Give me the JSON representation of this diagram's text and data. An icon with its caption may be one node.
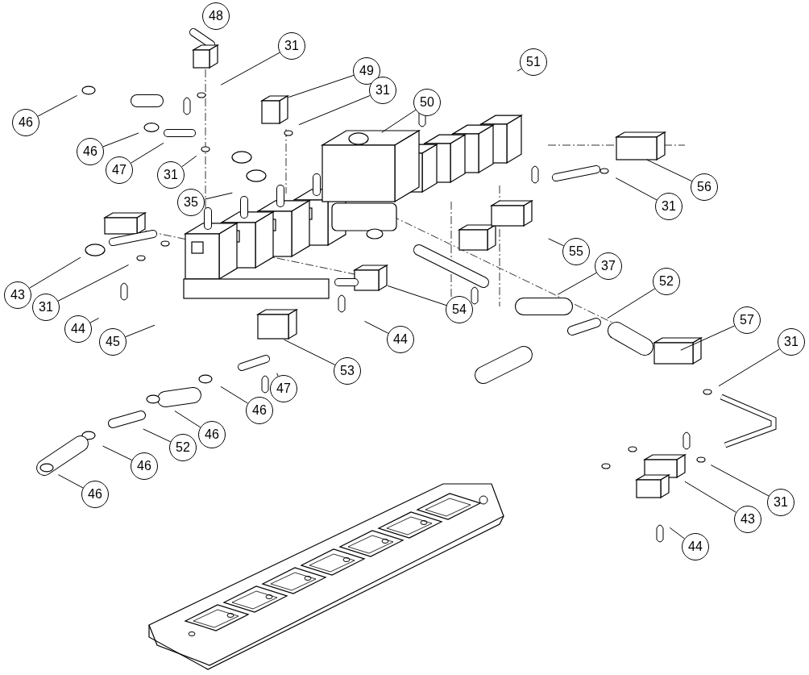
{
  "diagram": {
    "nodes": [
      {
        "text": [
          "48"
        ]
      },
      {
        "text": [
          "31"
        ]
      },
      {
        "text": [
          "49"
        ]
      },
      {
        "text": [
          "31"
        ]
      },
      {
        "text": [
          "51"
        ]
      },
      {
        "text": [
          "50"
        ]
      },
      {
        "text": [
          "46"
        ]
      },
      {
        "text": [
          "46"
        ]
      },
      {
        "text": [
          "47"
        ]
      },
      {
        "text": [
          "31"
        ]
      },
      {
        "text": [
          "35"
        ]
      },
      {
        "text": [
          "56"
        ]
      },
      {
        "text": [
          "31"
        ]
      },
      {
        "text": [
          "55"
        ]
      },
      {
        "text": [
          "37"
        ]
      },
      {
        "text": [
          "52"
        ]
      },
      {
        "text": [
          "43"
        ]
      },
      {
        "text": [
          "31"
        ]
      },
      {
        "text": [
          "44"
        ]
      },
      {
        "text": [
          "45"
        ]
      },
      {
        "text": [
          "54"
        ]
      },
      {
        "text": [
          "44"
        ]
      },
      {
        "text": [
          "57"
        ]
      },
      {
        "text": [
          "31"
        ]
      },
      {
        "text": [
          "53"
        ]
      },
      {
        "text": [
          "47"
        ]
      },
      {
        "text": [
          "46"
        ]
      },
      {
        "text": [
          "46"
        ]
      },
      {
        "text": [
          "52"
        ]
      },
      {
        "text": [
          "46"
        ]
      },
      {
        "text": [
          "31"
        ]
      },
      {
        "text": [
          "46"
        ]
      },
      {
        "text": [
          "43"
        ]
      },
      {
        "text": [
          "44"
        ]
      }
    ],
    "edges": [
      {
        "from": 0,
        "to": null,
        "arrow": "none"
      },
      {
        "from": 1,
        "to": null,
        "arrow": "none"
      },
      {
        "from": 2,
        "to": null,
        "arrow": "none"
      },
      {
        "from": 3,
        "to": null,
        "arrow": "none"
      },
      {
        "from": 4,
        "to": null,
        "arrow": "none"
      },
      {
        "from": 5,
        "to": null,
        "arrow": "none"
      },
      {
        "from": 6,
        "to": null,
        "arrow": "none"
      },
      {
        "from": 7,
        "to": null,
        "arrow": "none"
      },
      {
        "from": 8,
        "to": null,
        "arrow": "none"
      },
      {
        "from": 9,
        "to": null,
        "arrow": "none"
      },
      {
        "from": 10,
        "to": null,
        "arrow": "none"
      },
      {
        "from": 11,
        "to": null,
        "arrow": "none"
      },
      {
        "from": 12,
        "to": null,
        "arrow": "none"
      },
      {
        "from": 13,
        "to": null,
        "arrow": "none"
      },
      {
        "from": 14,
        "to": null,
        "arrow": "none"
      },
      {
        "from": 15,
        "to": null,
        "arrow": "none"
      },
      {
        "from": 16,
        "to": null,
        "arrow": "none"
      },
      {
        "from": 17,
        "to": null,
        "arrow": "none"
      },
      {
        "from": 18,
        "to": null,
        "arrow": "none"
      },
      {
        "from": 19,
        "to": null,
        "arrow": "none"
      },
      {
        "from": 20,
        "to": null,
        "arrow": "none"
      },
      {
        "from": 21,
        "to": null,
        "arrow": "none"
      },
      {
        "from": 22,
        "to": null,
        "arrow": "none"
      },
      {
        "from": 23,
        "to": null,
        "arrow": "none"
      },
      {
        "from": 24,
        "to": null,
        "arrow": "none"
      },
      {
        "from": 25,
        "to": null,
        "arrow": "none"
      },
      {
        "from": 26,
        "to": null,
        "arrow": "none"
      },
      {
        "from": 27,
        "to": null,
        "arrow": "none"
      },
      {
        "from": 28,
        "to": null,
        "arrow": "none"
      },
      {
        "from": 29,
        "to": null,
        "arrow": "none"
      },
      {
        "from": 30,
        "to": null,
        "arrow": "none"
      },
      {
        "from": 31,
        "to": null,
        "arrow": "none"
      },
      {
        "from": 32,
        "to": null,
        "arrow": "none"
      },
      {
        "from": 33,
        "to": null,
        "arrow": "none"
      }
    ]
  }
}
